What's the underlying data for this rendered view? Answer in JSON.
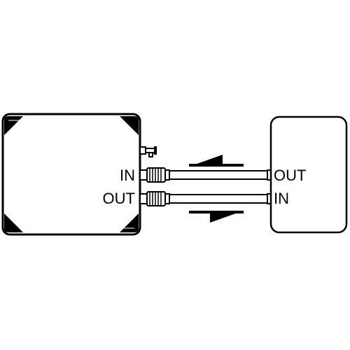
{
  "left_device": {
    "in_label": "IN",
    "out_label": "OUT"
  },
  "right_device": {
    "out_label": "OUT",
    "in_label": "IN"
  },
  "flow": {
    "top_arrow_icon": "arrow-left-icon",
    "bottom_arrow_icon": "arrow-right-icon"
  },
  "colors": {
    "stroke": "#000000",
    "fill": "#ffffff"
  }
}
